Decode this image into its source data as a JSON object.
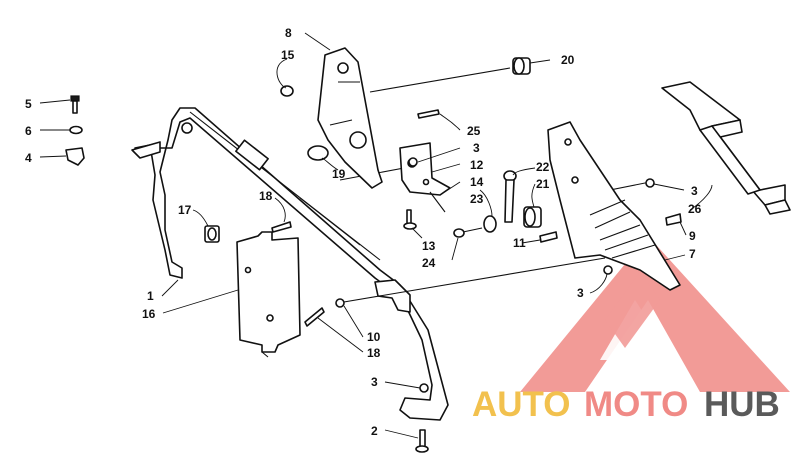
{
  "callouts": {
    "c1": "1",
    "c2": "2",
    "c3a": "3",
    "c3b": "3",
    "c3c": "3",
    "c3d": "3",
    "c4": "4",
    "c5": "5",
    "c6": "6",
    "c7": "7",
    "c8": "8",
    "c9": "9",
    "c10": "10",
    "c11": "11",
    "c12": "12",
    "c13": "13",
    "c14": "14",
    "c15": "15",
    "c16": "16",
    "c17": "17",
    "c18a": "18",
    "c18b": "18",
    "c19": "19",
    "c20": "20",
    "c21": "21",
    "c22": "22",
    "c23": "23",
    "c24": "24",
    "c25": "25",
    "c26": "26"
  },
  "watermark": {
    "part1": "AUTO",
    "part2": "MOTO",
    "part3": "HUB",
    "colors": {
      "auto": "#f2c14e",
      "moto": "#f08a86",
      "hub": "#5a5a5a",
      "triangle": "#f08a86"
    }
  }
}
